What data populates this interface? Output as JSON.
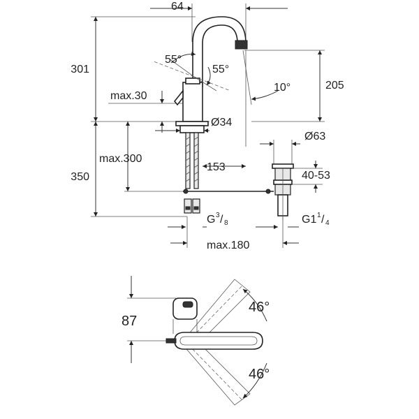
{
  "dimensions": {
    "top_width": "64",
    "height_total": "301",
    "angle_left": "55°",
    "angle_right": "55°",
    "max_deck": "max.30",
    "spout_height": "205",
    "spout_angle": "10°",
    "diameter_body": "Ø34",
    "diameter_waste": "Ø63",
    "max_length": "max.300",
    "reach": "153",
    "range": "40-53",
    "hose_length": "350",
    "connection_g": "G",
    "connection_g_num": "3",
    "connection_g_den": "8",
    "waste_g": "G1",
    "waste_g_num": "1",
    "waste_g_den": "4",
    "max_distance": "max.180",
    "plan_height": "87",
    "swivel_top": "46°",
    "swivel_bottom": "46°"
  }
}
